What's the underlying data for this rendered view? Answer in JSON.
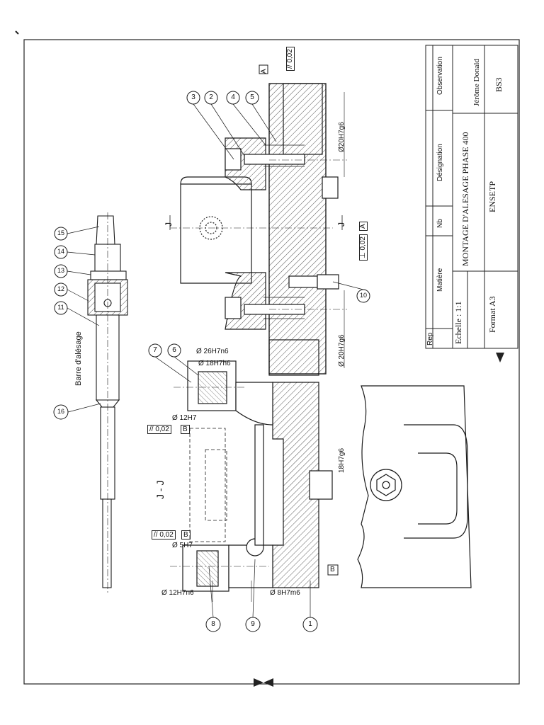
{
  "drawing": {
    "view_label": "J - J",
    "section_mark_top": "J",
    "section_mark_bottom": "J",
    "datum_a": "A",
    "datum_b": "B",
    "bar_label": "Barre d'alésage"
  },
  "tolerances": {
    "parallel_a": "// 0,02",
    "perp_a_value": "⊥ 0,02",
    "perp_a_datum": "A",
    "parallel_b1_value": "// 0,02",
    "parallel_b1_datum": "B",
    "parallel_b2_value": "// 0,02",
    "parallel_b2_datum": "B"
  },
  "dimensions": {
    "d20_top": "Ø20H7g6",
    "d20_bottom": "Ø 20H7g6",
    "d26": "Ø 26H7n6",
    "d18": "Ø 18H7h6",
    "d12a": "Ø 12H7",
    "d5": "Ø 5H7",
    "d12b": "Ø 12H7n6",
    "d8": "Ø 8H7m6",
    "d18b": "18H7g6"
  },
  "balloons": [
    "1",
    "2",
    "3",
    "4",
    "5",
    "6",
    "7",
    "8",
    "9",
    "10",
    "11",
    "12",
    "13",
    "14",
    "15",
    "16"
  ],
  "title_block": {
    "headers": {
      "rep": "Rep",
      "matiere": "Matière",
      "nb": "Nb",
      "designation": "Désignation",
      "observation": "Observation"
    },
    "echelle": "Echelle : 1:1",
    "title": "MONTAGE D'ALESAGE PHASE 400",
    "author": "Jérôme Donald",
    "format": "Format A3",
    "school": "ENSETP",
    "class": "BS3"
  },
  "colors": {
    "line": "#1a1a1a",
    "hatch": "#555555",
    "paper": "#ffffff"
  }
}
